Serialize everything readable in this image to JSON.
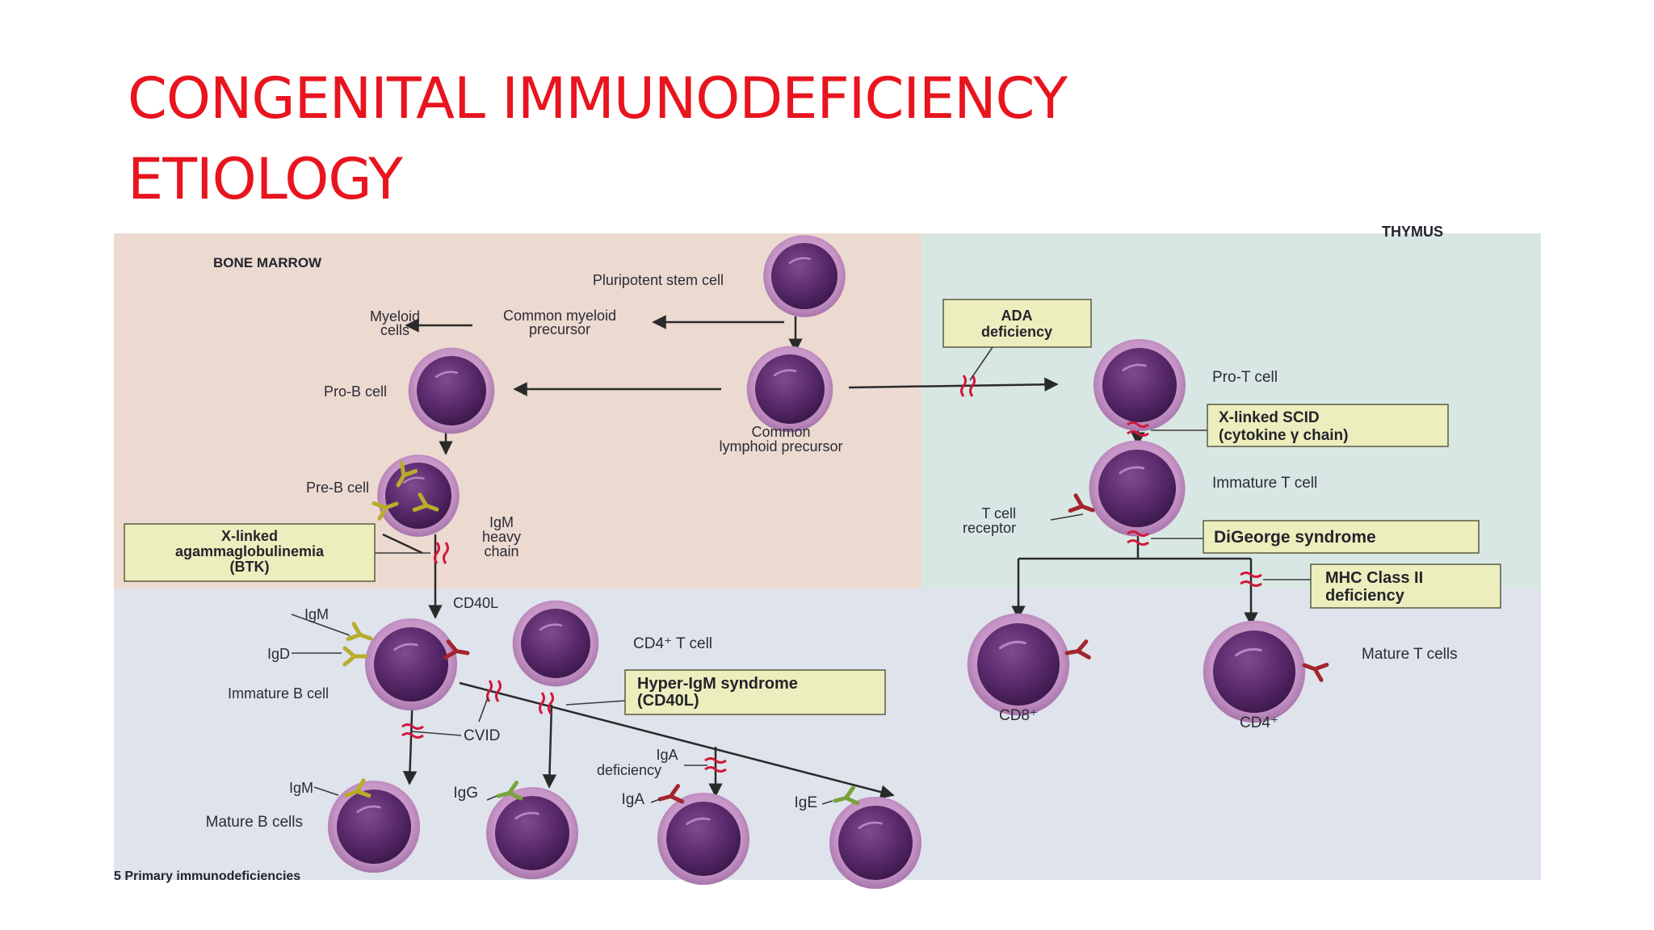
{
  "slide": {
    "title_line1": "CONGENITAL IMMUNODEFICIENCY",
    "title_line2": "ETIOLOGY",
    "title_color": "#e8141e"
  },
  "diagram": {
    "section_bone_marrow": "BONE MARROW",
    "section_thymus": "THYMUS",
    "cells": {
      "pluripotent": "Pluripotent stem cell",
      "myeloid_1": "Myeloid",
      "myeloid_2": "cells",
      "cmp_1": "Common myeloid",
      "cmp_2": "precursor",
      "pro_b": "Pro-B cell",
      "clp_1": "Common",
      "clp_2": "lymphoid precursor",
      "pre_b": "Pre-B cell",
      "igm_heavy_1": "IgM",
      "igm_heavy_2": "heavy",
      "igm_heavy_3": "chain",
      "pro_t": "Pro-T cell",
      "immature_t": "Immature T cell",
      "tcr_1": "T cell",
      "tcr_2": "receptor",
      "igm": "IgM",
      "igd": "IgD",
      "immature_b": "Immature B cell",
      "cd40l": "CD40L",
      "cd4_t": "CD4⁺ T cell",
      "cvid": "CVID",
      "mature_b_igm": "IgM",
      "mature_b": "Mature B cells",
      "igg": "IgG",
      "iga": "IgA",
      "ige": "IgE",
      "cd8": "CD8⁺",
      "cd4": "CD4⁺",
      "mature_t": "Mature T cells",
      "iga_def_1": "IgA",
      "iga_def_2": "deficiency",
      "footer": "5  Primary immunodeficiencies"
    },
    "boxes": {
      "ada_1": "ADA",
      "ada_2": "deficiency",
      "xscid_1": "X-linked SCID",
      "xscid_2": "(cytokine γ chain)",
      "xla_1": "X-linked",
      "xla_2": "agammaglobulinemia",
      "xla_3": "(BTK)",
      "digeorge": "DiGeorge syndrome",
      "mhc_1": "MHC Class II",
      "mhc_2": "deficiency",
      "hyperigm_1": "Hyper-IgM syndrome",
      "hyperigm_2": "(CD40L)"
    },
    "colors": {
      "bone_marrow_bg": "#ecdad0",
      "thymus_bg": "#d9e7e4",
      "periphery_bg": "#dfe3ec",
      "cell_outer": "#c795c6",
      "cell_nucleus": "#5a2a6c",
      "box_fill": "#ecefbd",
      "block_mark": "#d1173a",
      "receptor_red": "#a3252d",
      "receptor_yellow": "#b8ac2c",
      "receptor_green": "#79a23a"
    }
  }
}
